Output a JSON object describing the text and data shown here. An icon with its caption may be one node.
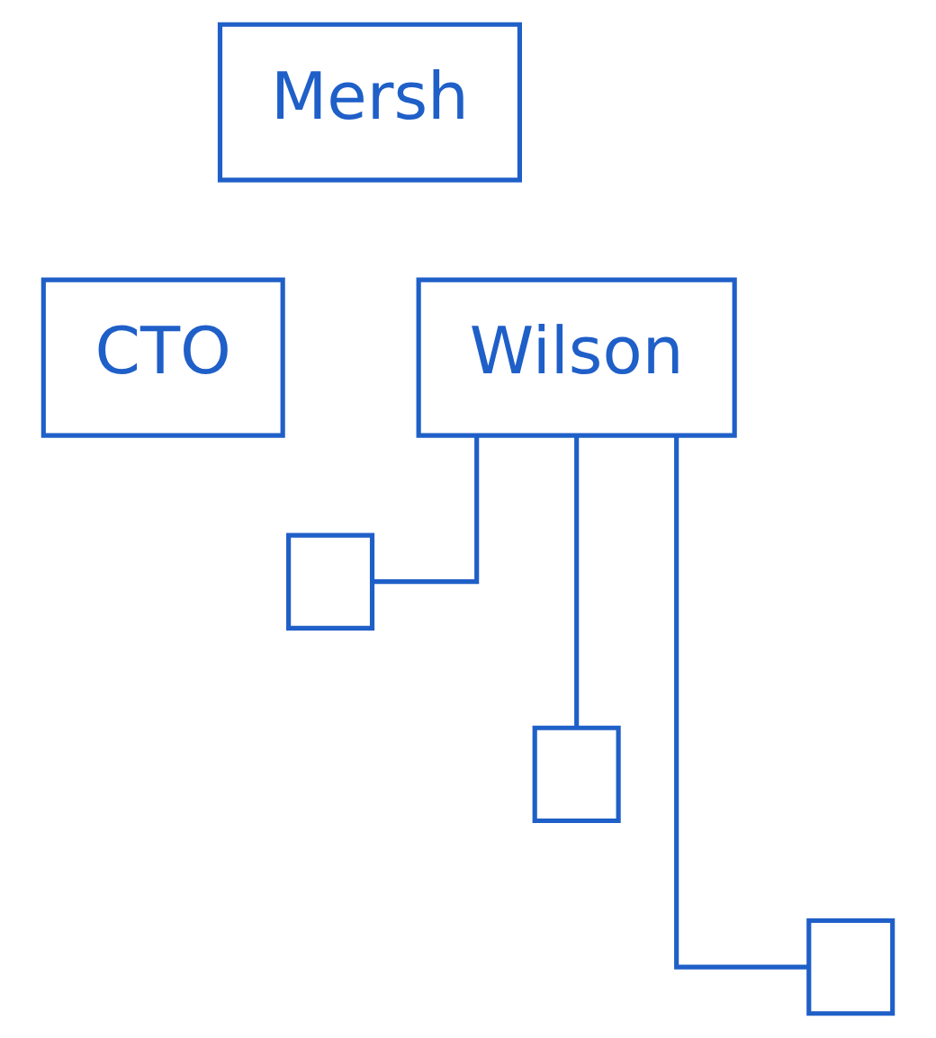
{
  "diagram": {
    "nodes": [
      {
        "text": [
          "Mersh"
        ]
      },
      {
        "text": [
          "CTO"
        ]
      },
      {
        "text": [
          "Wilson"
        ]
      },
      {
        "text": [],
        "shape": "box"
      },
      {
        "text": [],
        "shape": "box"
      },
      {
        "text": [],
        "shape": "box"
      }
    ],
    "edges": [
      {
        "from": 2,
        "to": 3,
        "arrow": "none"
      },
      {
        "from": 2,
        "to": 4,
        "arrow": "none"
      },
      {
        "from": 2,
        "to": 5,
        "arrow": "none"
      }
    ]
  }
}
